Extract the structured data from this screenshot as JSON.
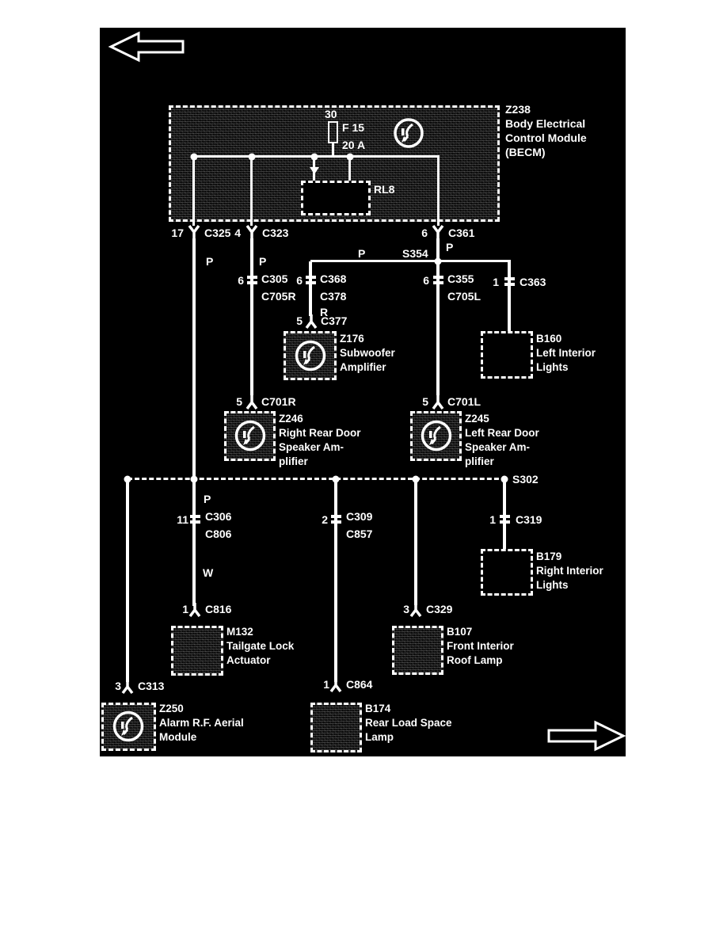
{
  "colors": {
    "paper": "#ffffff",
    "diagram_background": "#000000",
    "ink": "#ffffff"
  },
  "icons": {
    "back": "arrow-left-icon",
    "forward": "arrow-right-icon",
    "amplifier": "speaker-icon"
  },
  "module": {
    "id": "Z238",
    "l1": "Body Electrical",
    "l2": "Control Module",
    "l3": "(BECM)",
    "fuse_pin": "30",
    "fuse_name": "F 15",
    "fuse_rating": "20 A",
    "relay": "RL8"
  },
  "splices": {
    "s354": "S354",
    "s302": "S302"
  },
  "wire_colors": {
    "p": "P",
    "w": "W"
  },
  "connectors": {
    "c325": {
      "pin": "17",
      "name": "C325"
    },
    "c323": {
      "pin": "4",
      "name": "C323"
    },
    "c361": {
      "pin": "6",
      "name": "C361"
    },
    "c305": {
      "pin": "6",
      "name": "C305",
      "name2": "C705R"
    },
    "c368": {
      "pin": "6",
      "name": "C368",
      "name2": "C378",
      "name3": "R"
    },
    "c355": {
      "pin": "6",
      "name": "C355",
      "name2": "C705L"
    },
    "c363": {
      "pin": "1",
      "name": "C363"
    },
    "c377": {
      "pin": "5",
      "name": "C377"
    },
    "c701r": {
      "pin": "5",
      "name": "C701R"
    },
    "c701l": {
      "pin": "5",
      "name": "C701L"
    },
    "c306": {
      "pin": "11",
      "name": "C306",
      "name2": "C806"
    },
    "c309": {
      "pin": "2",
      "name": "C309",
      "name2": "C857"
    },
    "c319": {
      "pin": "1",
      "name": "C319"
    },
    "c816": {
      "pin": "1",
      "name": "C816"
    },
    "c329": {
      "pin": "3",
      "name": "C329"
    },
    "c313": {
      "pin": "3",
      "name": "C313"
    },
    "c864": {
      "pin": "1",
      "name": "C864"
    }
  },
  "components": {
    "z176": {
      "id": "Z176",
      "l1": "Subwoofer",
      "l2": "Amplifier"
    },
    "b160": {
      "id": "B160",
      "l1": "Left Interior",
      "l2": "Lights"
    },
    "z246": {
      "id": "Z246",
      "l1": "Right Rear Door",
      "l2": "Speaker Am-",
      "l3": "plifier"
    },
    "z245": {
      "id": "Z245",
      "l1": "Left Rear Door",
      "l2": "Speaker Am-",
      "l3": "plifier"
    },
    "b179": {
      "id": "B179",
      "l1": "Right Interior",
      "l2": "Lights"
    },
    "m132": {
      "id": "M132",
      "l1": "Tailgate Lock",
      "l2": "Actuator"
    },
    "b107": {
      "id": "B107",
      "l1": "Front Interior",
      "l2": "Roof Lamp"
    },
    "z250": {
      "id": "Z250",
      "l1": "Alarm R.F. Aerial",
      "l2": "Module"
    },
    "b174": {
      "id": "B174",
      "l1": "Rear Load Space",
      "l2": "Lamp"
    }
  }
}
